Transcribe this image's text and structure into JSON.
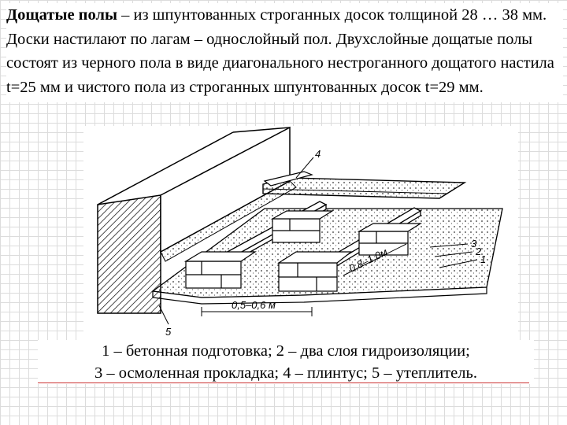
{
  "intro": {
    "term": "Дощатые полы",
    "text": " – из шпунтованных строганных досок толщиной 28 … 38 мм. Доски настилают по лагам – однослойный пол. Двухслойные дощатые полы состоят из черного пола в виде диагонального нестроганного дощатого настила t=25 мм и чистого пола из строганных шпунтованных досок t=29 мм."
  },
  "figure": {
    "labels": {
      "n1": "1",
      "n2": "2",
      "n3": "3",
      "n4": "4",
      "n5": "5",
      "span": "0,8–1,0м",
      "spacing": "0,5–0,6 м"
    }
  },
  "caption": {
    "line1": "1 – бетонная подготовка; 2 – два слоя гидроизоляции;",
    "line2": "3 – осмоленная прокладка; 4 – плинтус; 5 – утеплитель."
  }
}
